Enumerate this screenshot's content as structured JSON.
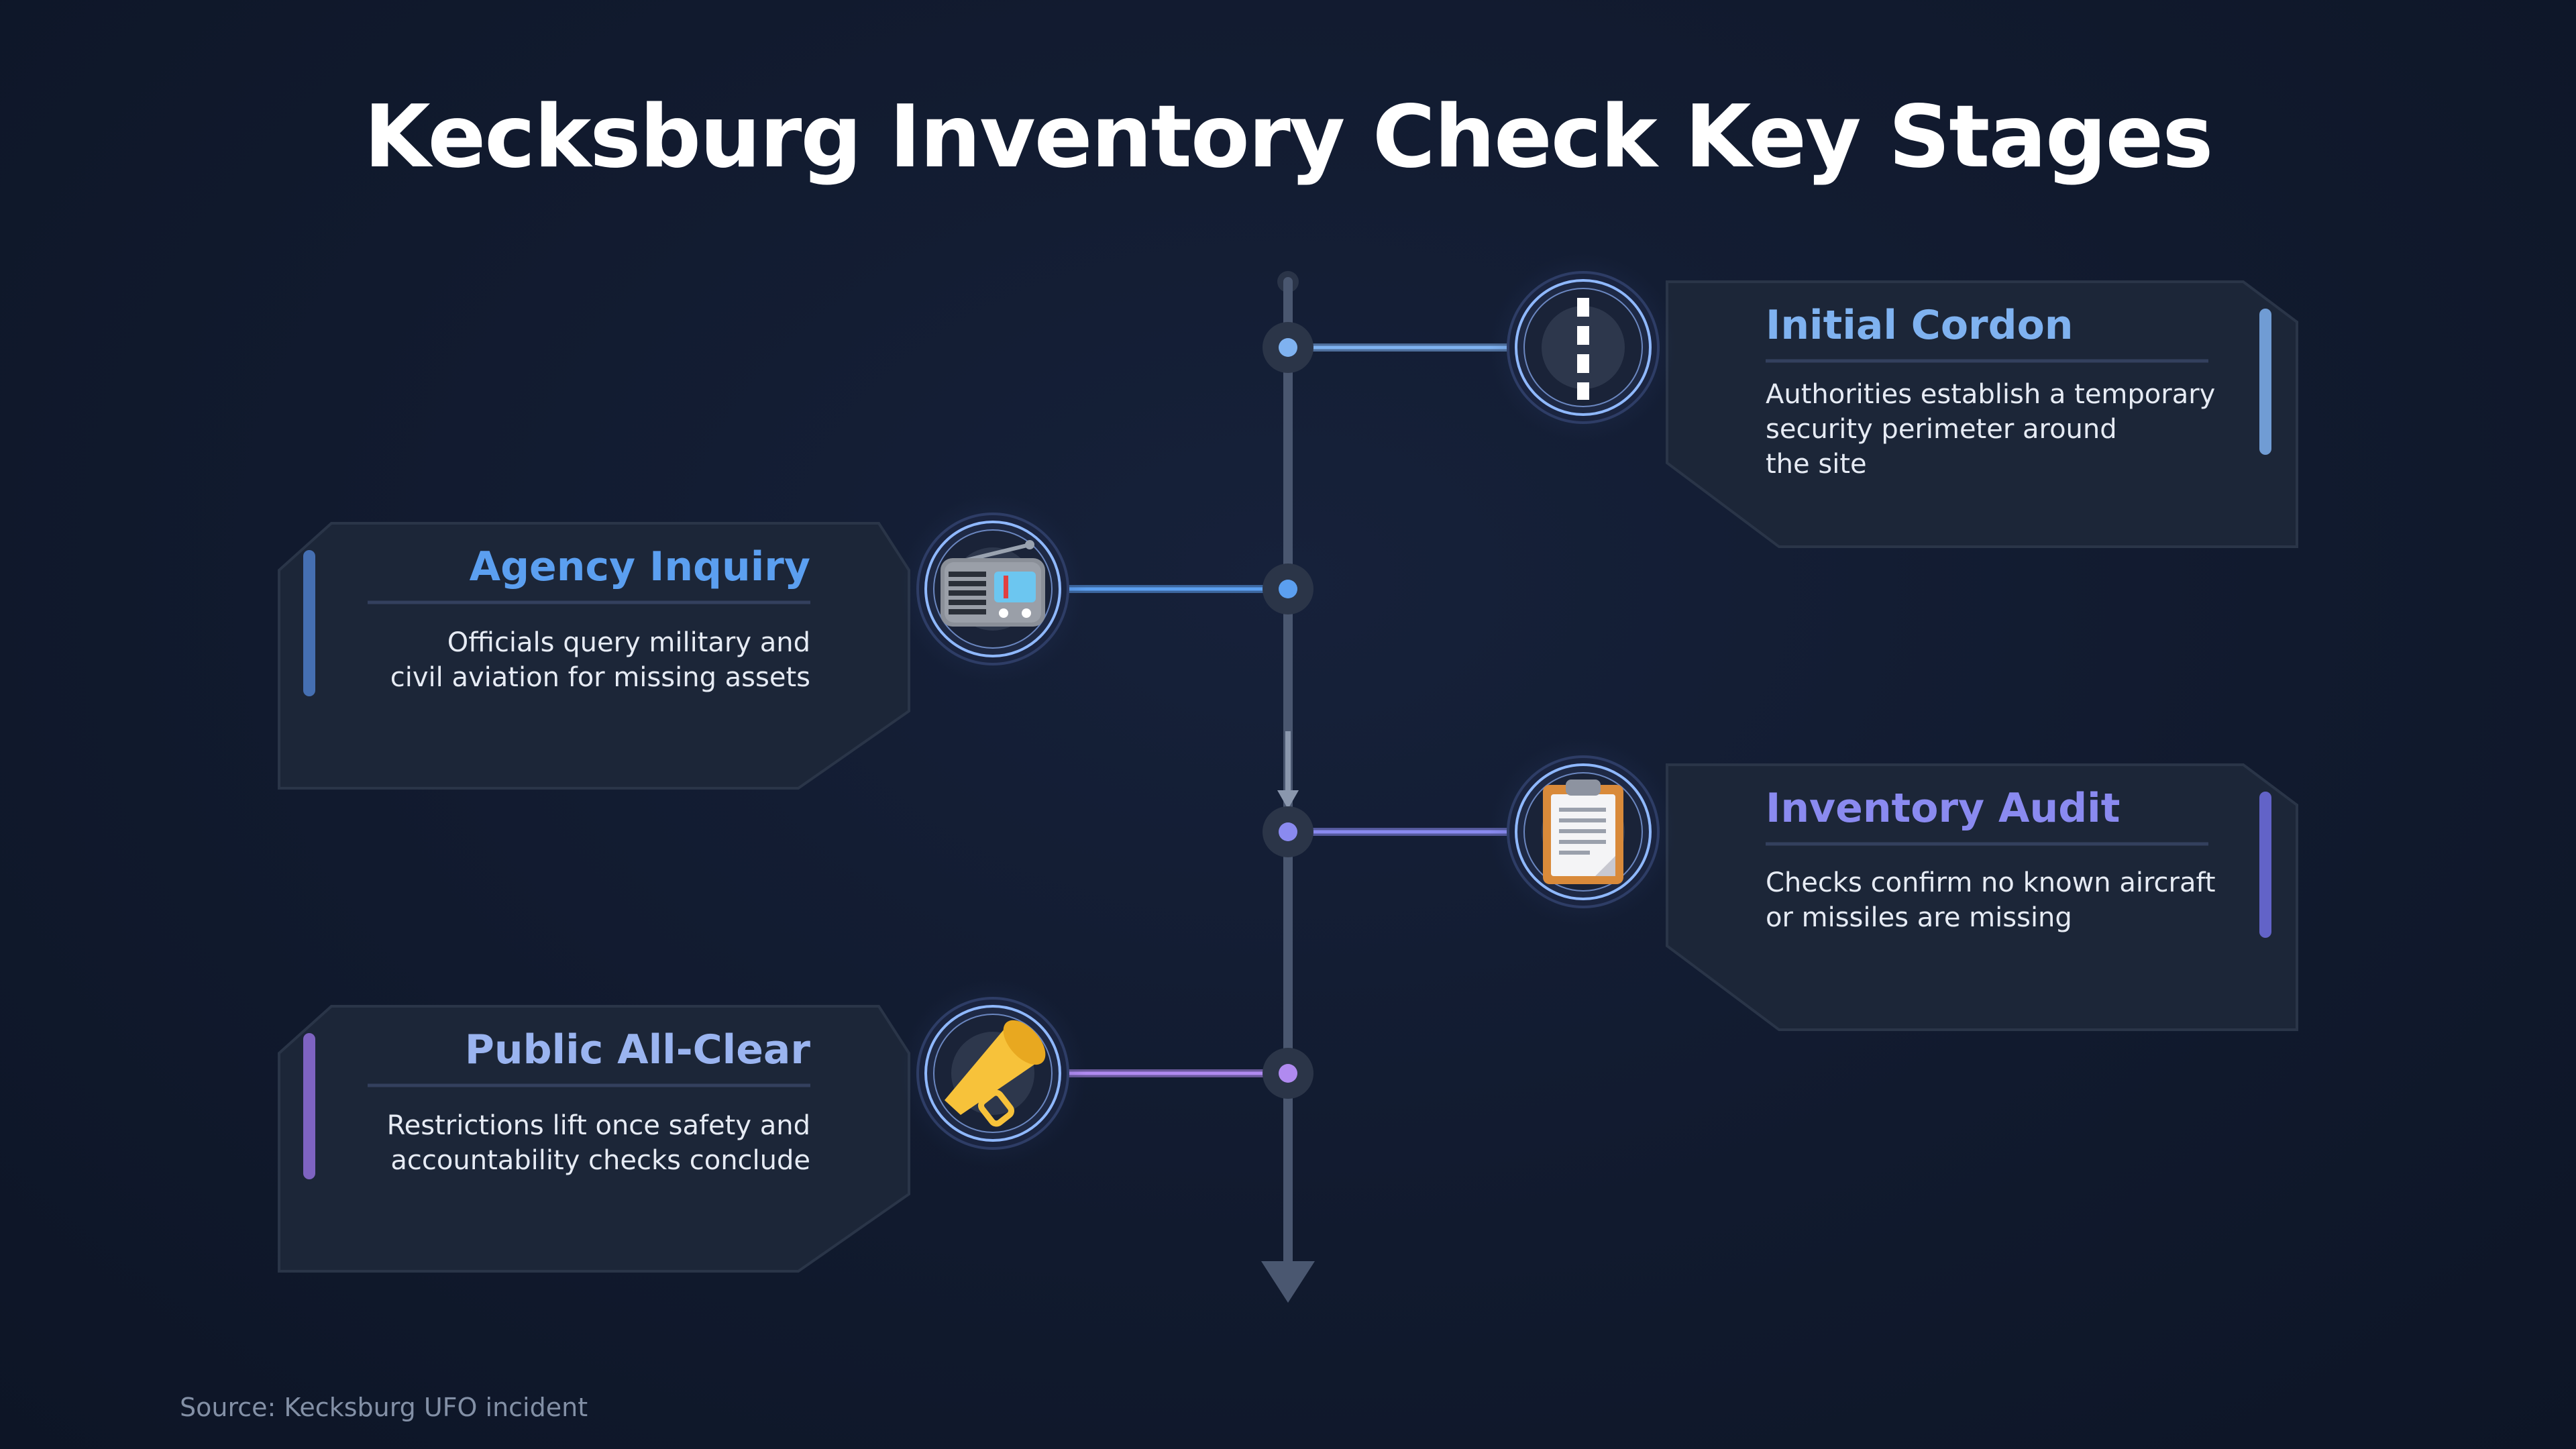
{
  "title": "Kecksburg Inventory Check Key Stages",
  "source": "Source: Kecksburg UFO incident",
  "colors": {
    "background": "#111a2e",
    "card": "#1c2638",
    "spine": "#4a5770",
    "stage1": "#7fb2f0",
    "stage2": "#5b9ff0",
    "stage3": "#8a8af0",
    "stage4": "#b08af0"
  },
  "stages": [
    {
      "title": "Initial Cordon",
      "description": "Authorities establish a temporary\nsecurity perimeter around\nthe site",
      "icon": "road-icon",
      "side": "right"
    },
    {
      "title": "Agency Inquiry",
      "description": "Officials query military and\ncivil aviation for missing assets",
      "icon": "radio-icon",
      "side": "left"
    },
    {
      "title": "Inventory Audit",
      "description": "Checks confirm no known aircraft\nor missiles are missing",
      "icon": "clipboard-icon",
      "side": "right"
    },
    {
      "title": "Public All-Clear",
      "description": "Restrictions lift once safety and\naccountability checks conclude",
      "icon": "megaphone-icon",
      "side": "left"
    }
  ]
}
